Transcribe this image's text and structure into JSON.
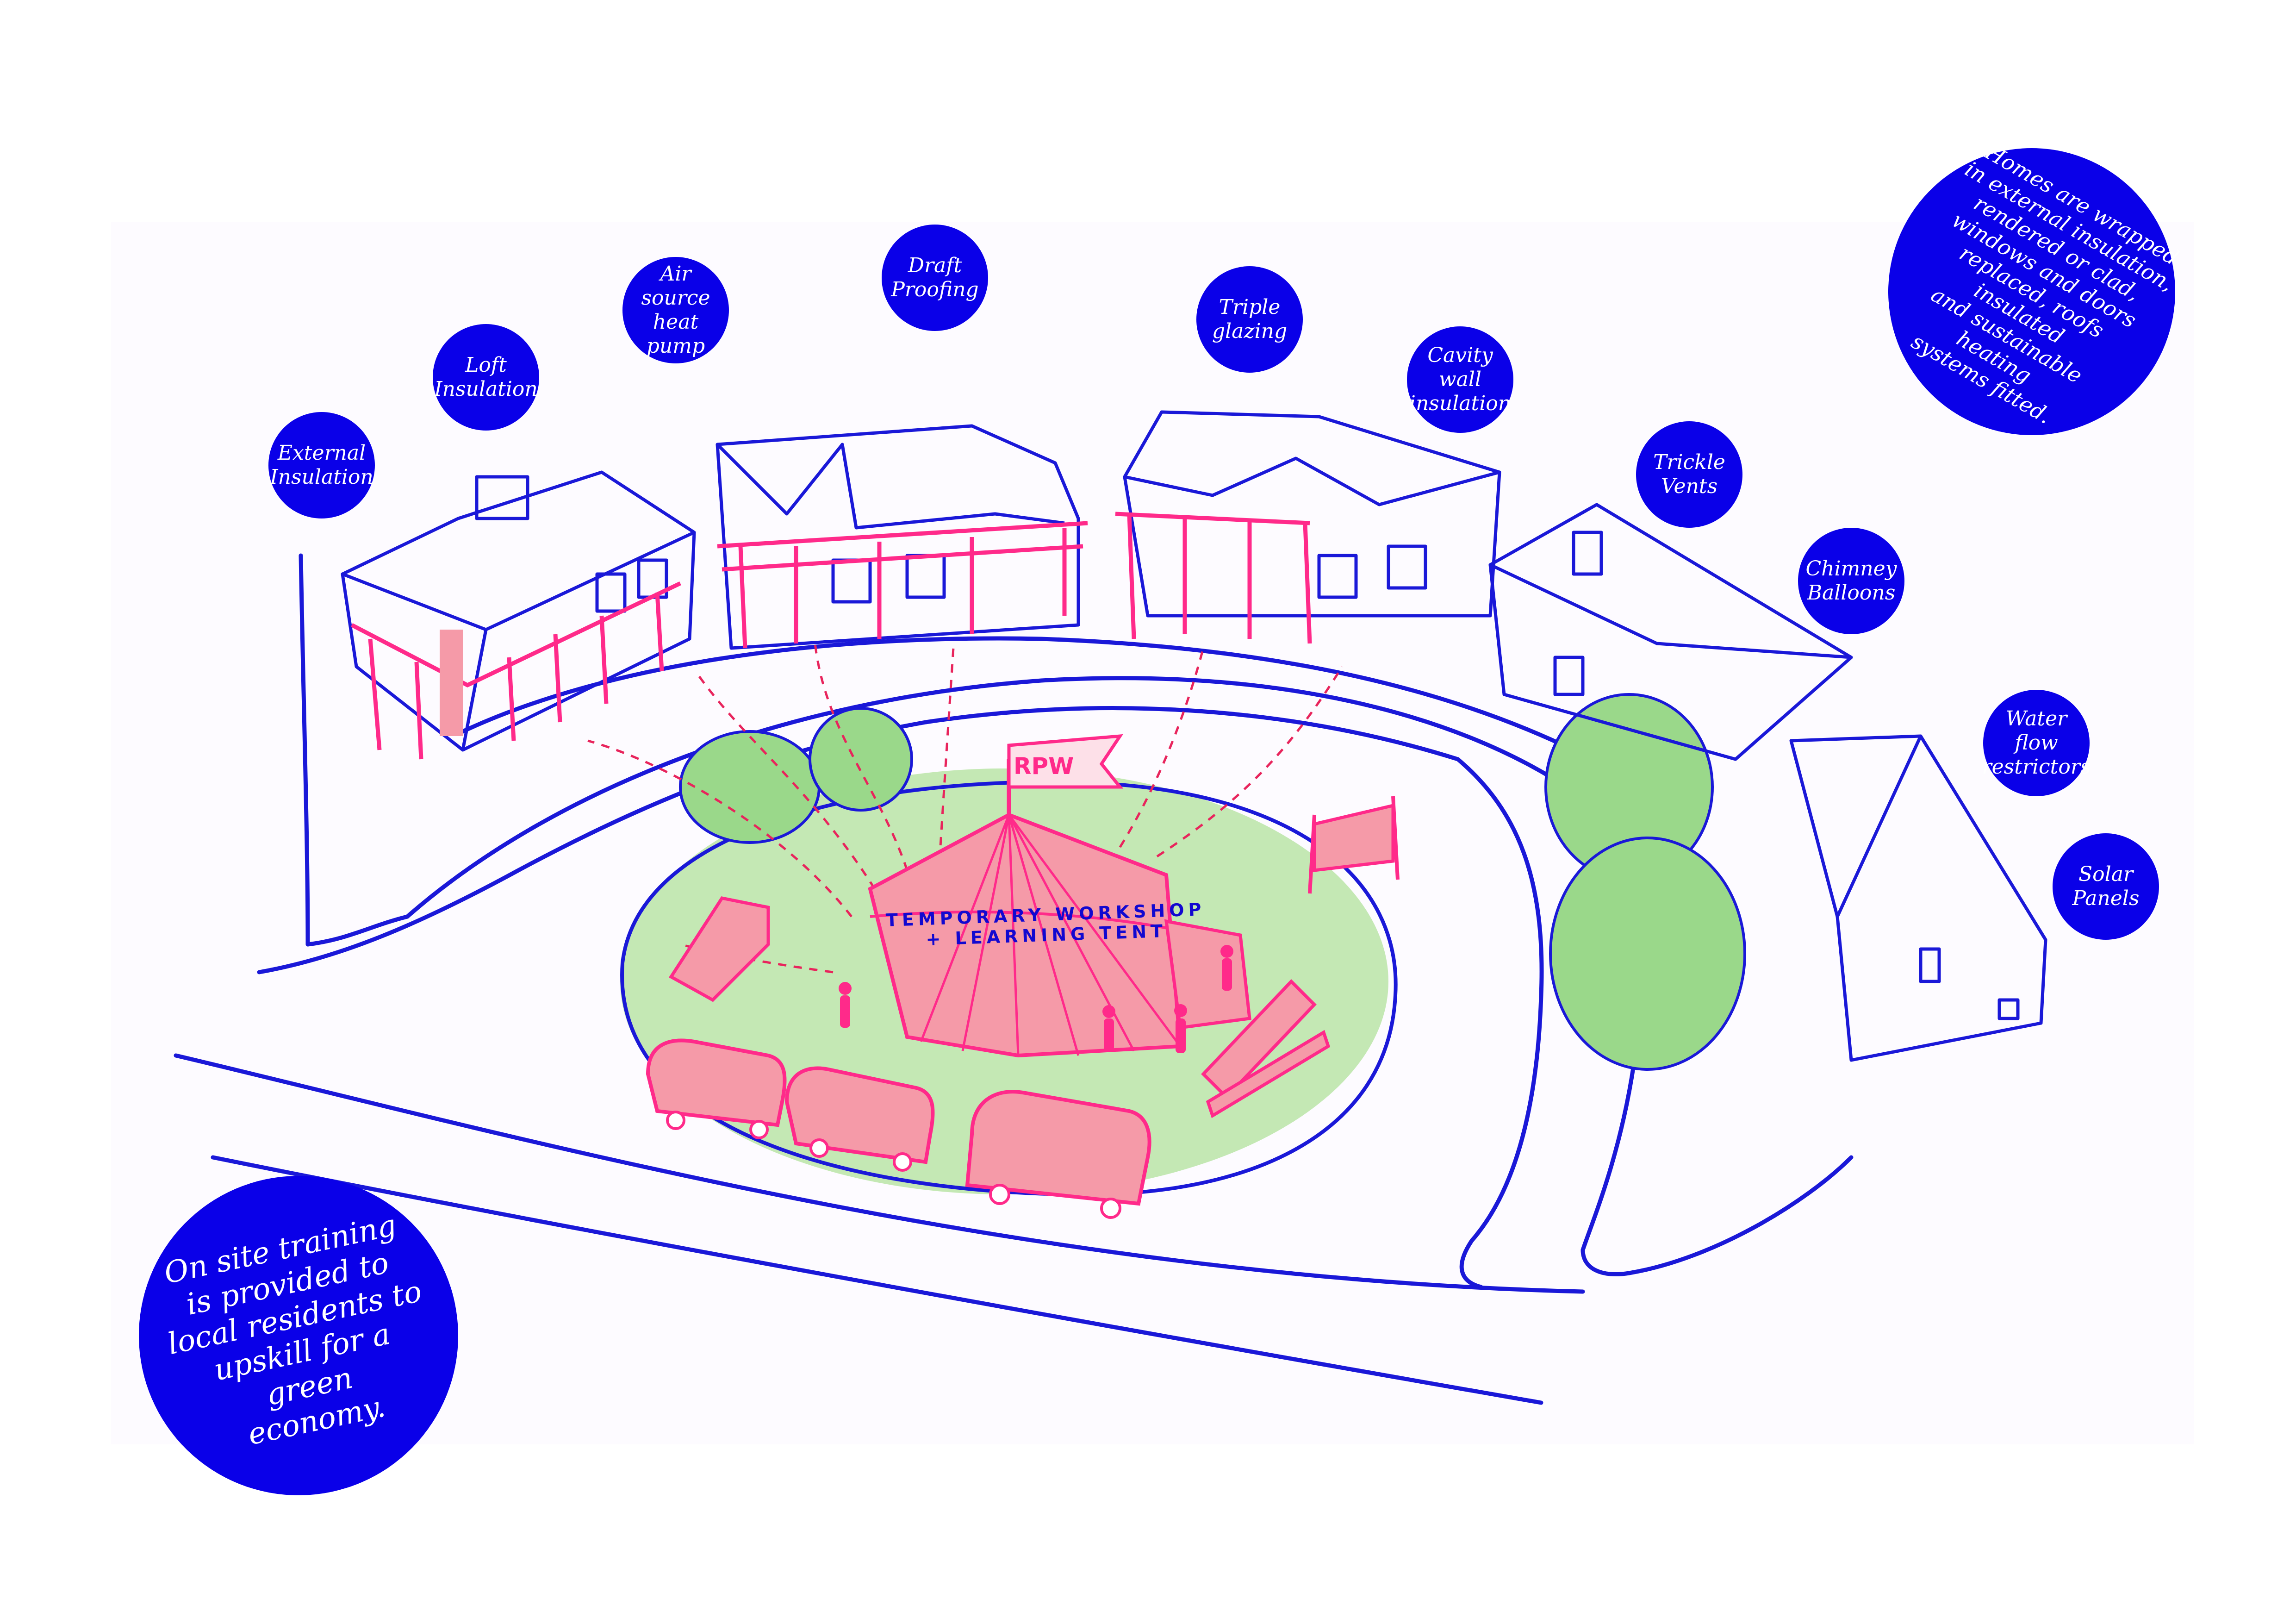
{
  "colors": {
    "ink_blue": "#1a18d8",
    "accent_pink": "#ff2a8a",
    "fill_pink": "#f59aa8",
    "fill_green": "#c4e8b4",
    "tree_green": "#9ad88a",
    "bubble_blue": "#0a00e8",
    "background": "#ffffff"
  },
  "labels": {
    "external_insulation": "External\nInsulation",
    "loft_insulation": "Loft\nInsulation",
    "air_source_heat_pump": "Air source\nheat pump",
    "draft_proofing": "Draft\nProofing",
    "triple_glazing": "Triple\nglazing",
    "cavity_wall_insulation": "Cavity wall\ninsulation",
    "trickle_vents": "Trickle\nVents",
    "chimney_balloons": "Chimney\nBalloons",
    "water_flow_restrictors": "Water flow\nrestrictors",
    "solar_panels": "Solar\nPanels"
  },
  "notes": {
    "homes_wrapped": "Homes are wrapped\nin external insulation,\nrendered or clad,\nwindows and doors\nreplaced, roofs insulated\nand sustainable heating\nsystems fitted.",
    "on_site_training": "On site training\nis provided to\nlocal residents to\nupskill for a green\neconomy."
  },
  "tent": {
    "label": "TEMPORARY WORKSHOP\n+ LEARNING TENT",
    "flag_text": "RPW"
  }
}
